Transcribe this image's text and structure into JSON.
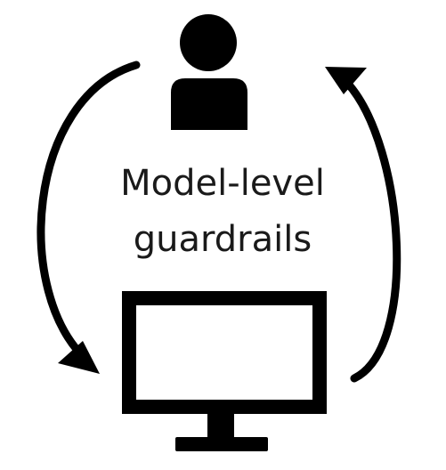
{
  "diagram": {
    "caption_lines": [
      "Model-level",
      "guardrails"
    ],
    "nodes": [
      {
        "id": "user",
        "icon": "person-icon"
      },
      {
        "id": "computer",
        "icon": "monitor-icon"
      }
    ],
    "edges": [
      {
        "from": "user",
        "to": "computer",
        "icon": "arrow-left-curved"
      },
      {
        "from": "computer",
        "to": "user",
        "icon": "arrow-right-curved"
      }
    ],
    "colors": {
      "ink": "#000000",
      "text": "#1a1a1a",
      "background": "#ffffff"
    }
  }
}
